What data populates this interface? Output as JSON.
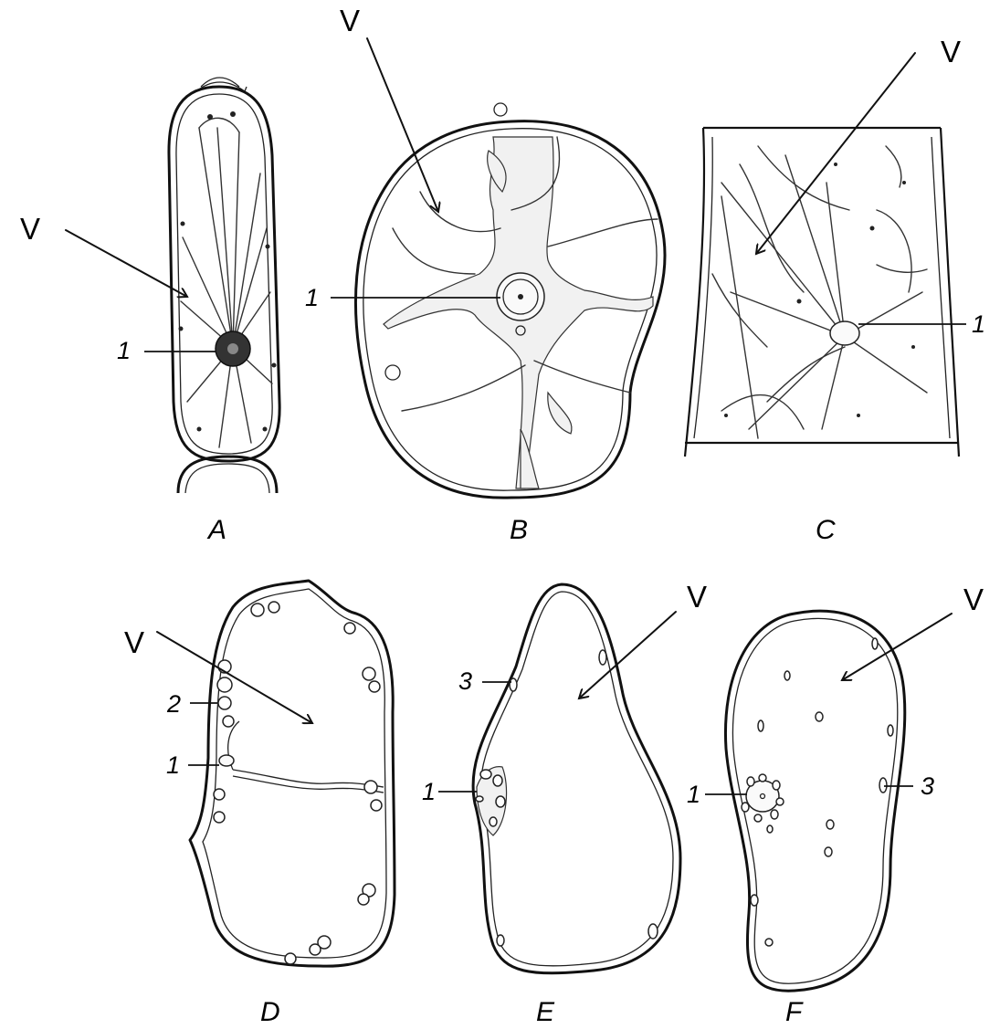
{
  "panels": [
    {
      "id": "A",
      "label": "A"
    },
    {
      "id": "B",
      "label": "B"
    },
    {
      "id": "C",
      "label": "C"
    },
    {
      "id": "D",
      "label": "D"
    },
    {
      "id": "E",
      "label": "E"
    },
    {
      "id": "F",
      "label": "F"
    }
  ],
  "labels": {
    "vacuole": "V",
    "nucleus": "1",
    "plastid": "2",
    "structure_3": "3"
  }
}
